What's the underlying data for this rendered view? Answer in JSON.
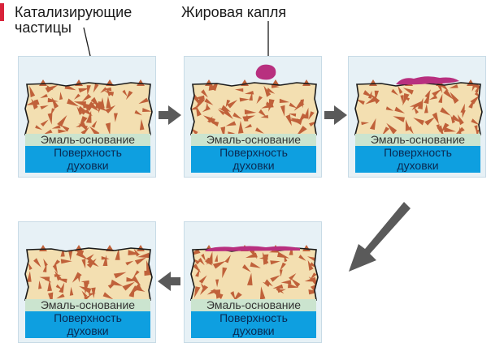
{
  "labels": {
    "catalyst_line1": "Катализирующие",
    "catalyst_line2": "частицы",
    "fat_drop": "Жировая капля"
  },
  "panels": [
    {
      "enamel": "Эмаль-основание",
      "surface_line1": "Поверхность",
      "surface_line2": "духовки"
    },
    {
      "enamel": "Эмаль-основание",
      "surface_line1": "Поверхность",
      "surface_line2": "духовки"
    },
    {
      "enamel": "Эмаль-основание",
      "surface_line1": "Поверхность",
      "surface_line2": "духовки"
    },
    {
      "enamel": "Эмаль-основание",
      "surface_line1": "Поверхность",
      "surface_line2": "духовки"
    },
    {
      "enamel": "Эмаль-основание",
      "surface_line1": "Поверхность",
      "surface_line2": "духовки"
    }
  ],
  "colors": {
    "panel_bg": "#e7f1f6",
    "coating": "#f3dfb1",
    "particles": "#c0613a",
    "fat": "#b8307f",
    "enamel": "#cbe4cf",
    "surface": "#0e9fe0",
    "arrows": "#5a5a5a"
  }
}
